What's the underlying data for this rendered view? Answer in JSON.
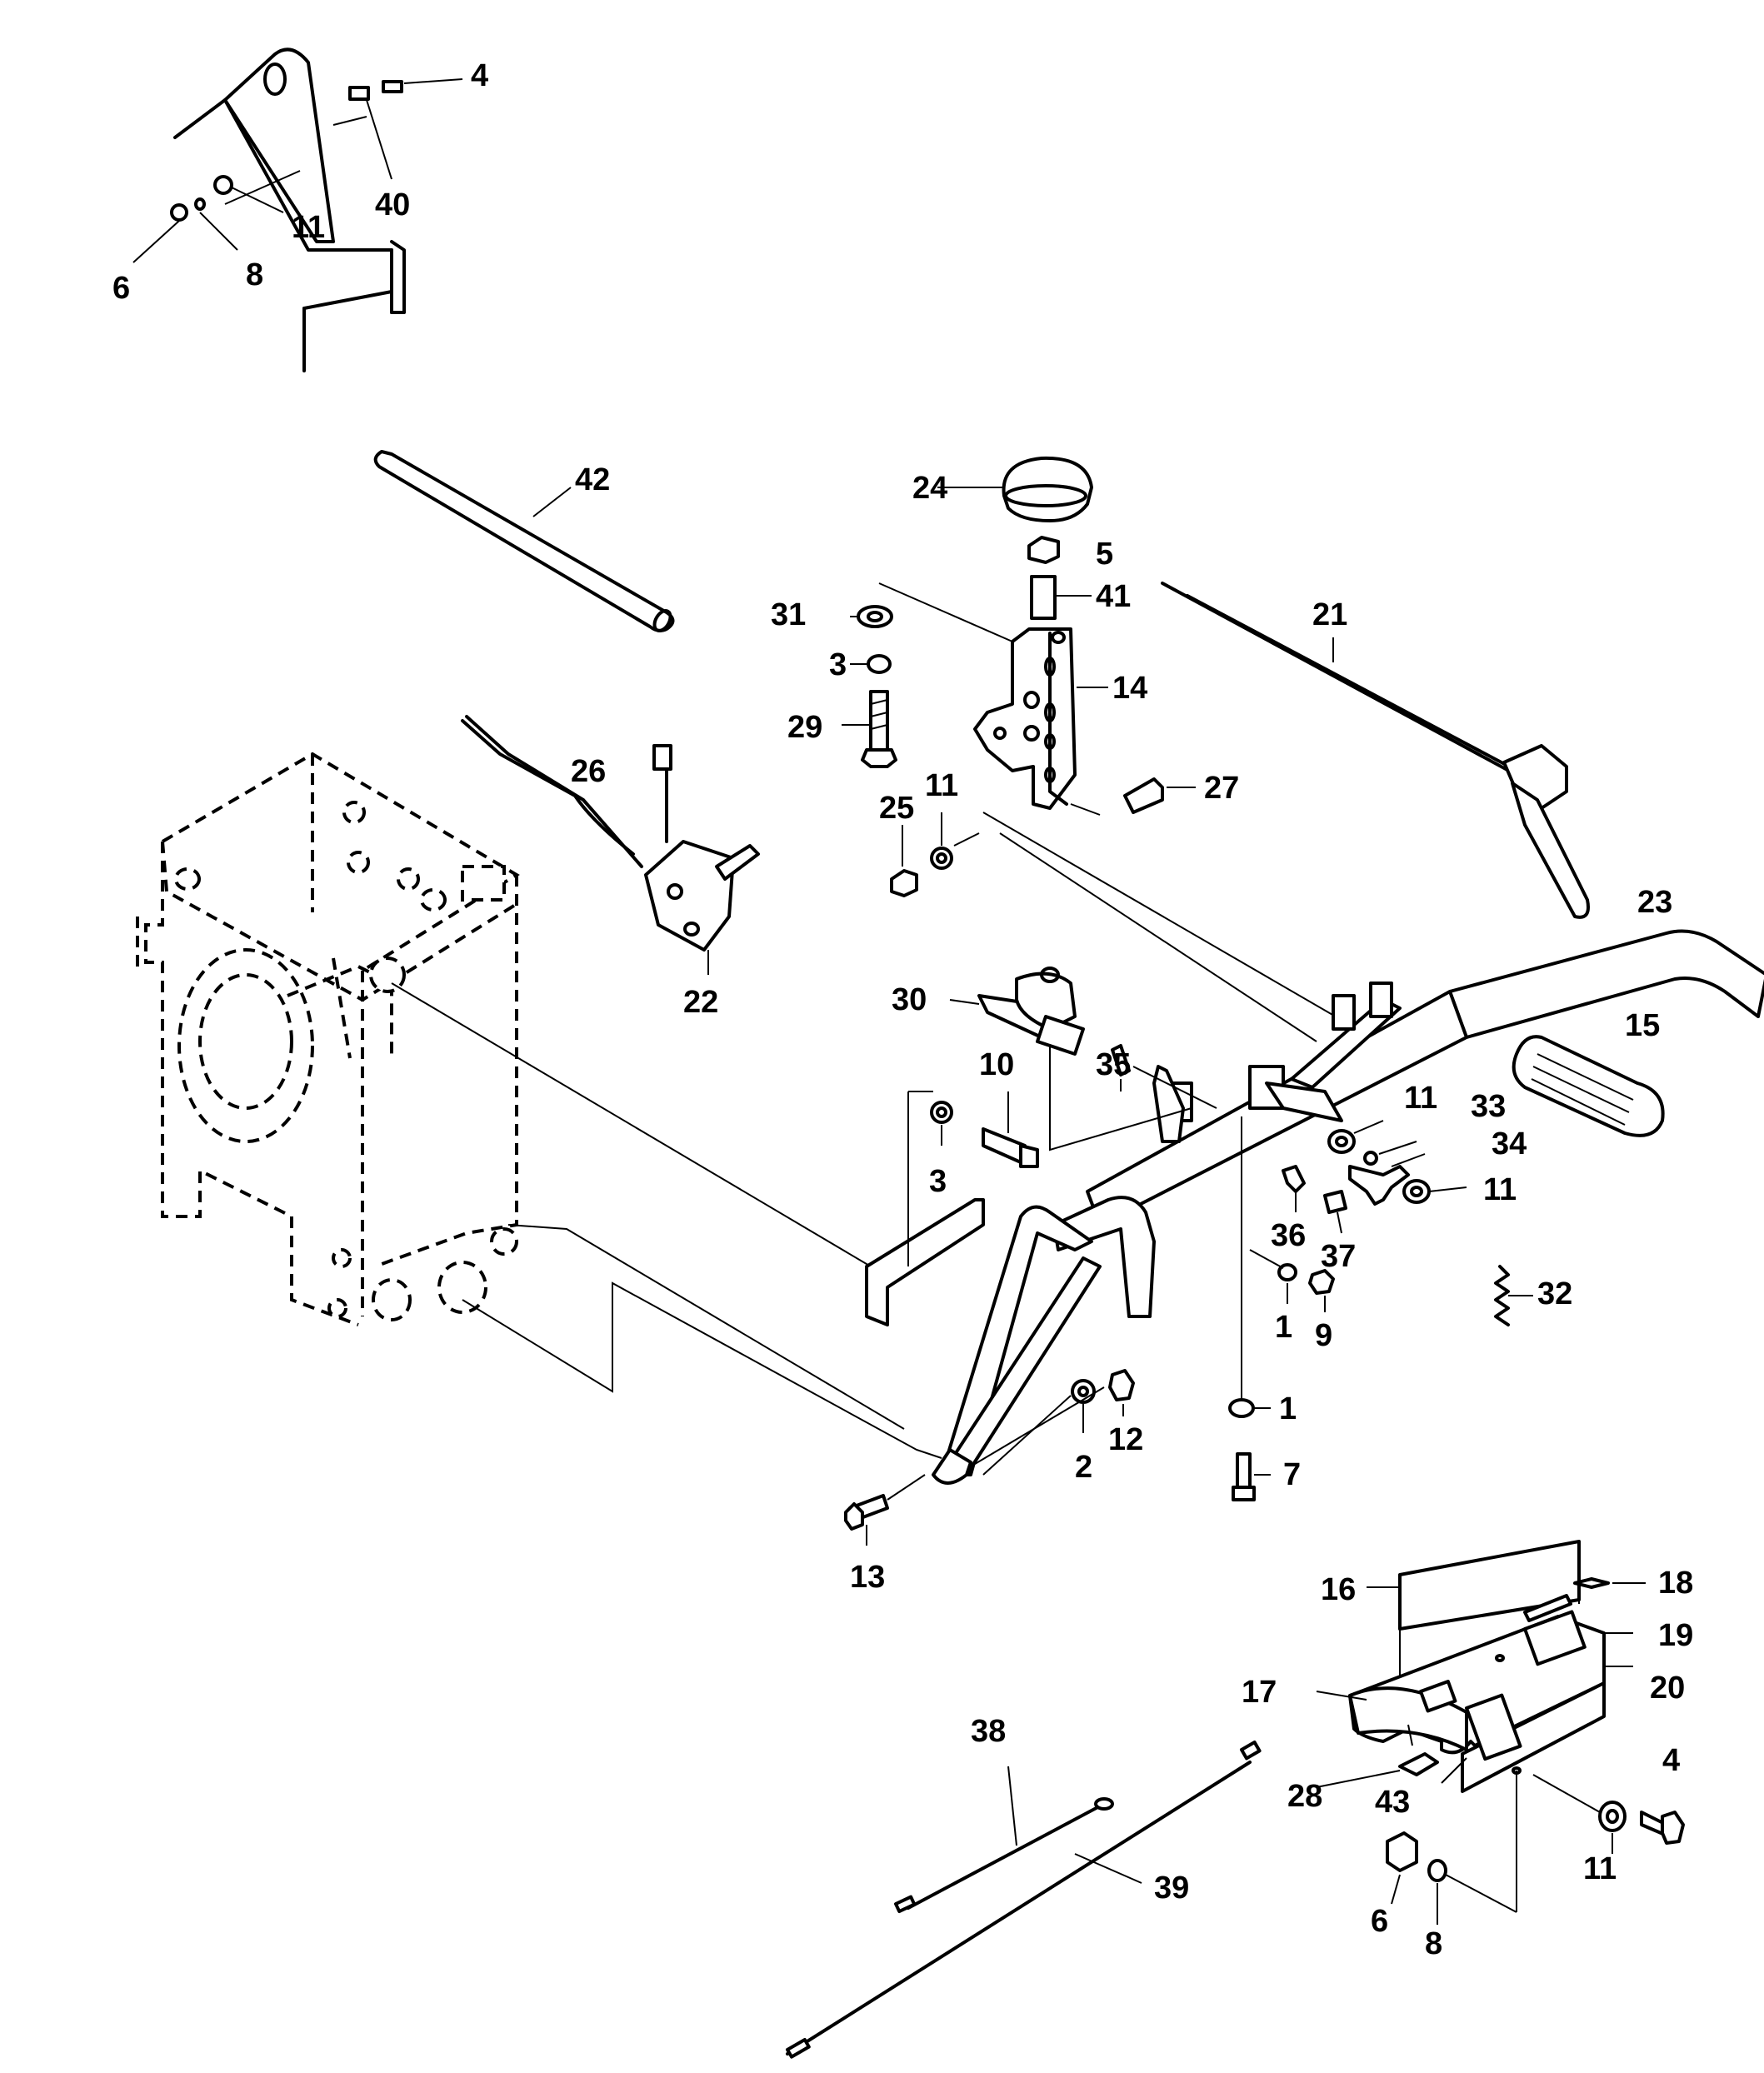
{
  "diagram": {
    "callouts": [
      {
        "id": "c4a",
        "text": "4"
      },
      {
        "id": "c40",
        "text": "40"
      },
      {
        "id": "c11a",
        "text": "11"
      },
      {
        "id": "c6a",
        "text": "6"
      },
      {
        "id": "c8a",
        "text": "8"
      },
      {
        "id": "c42",
        "text": "42"
      },
      {
        "id": "c24",
        "text": "24"
      },
      {
        "id": "c5",
        "text": "5"
      },
      {
        "id": "c41",
        "text": "41"
      },
      {
        "id": "c21",
        "text": "21"
      },
      {
        "id": "c31",
        "text": "31"
      },
      {
        "id": "c3a",
        "text": "3"
      },
      {
        "id": "c14",
        "text": "14"
      },
      {
        "id": "c29",
        "text": "29"
      },
      {
        "id": "c26",
        "text": "26"
      },
      {
        "id": "c27",
        "text": "27"
      },
      {
        "id": "c25",
        "text": "25"
      },
      {
        "id": "c11b",
        "text": "11"
      },
      {
        "id": "c23",
        "text": "23"
      },
      {
        "id": "c22",
        "text": "22"
      },
      {
        "id": "c15",
        "text": "15"
      },
      {
        "id": "c30",
        "text": "30"
      },
      {
        "id": "c10",
        "text": "10"
      },
      {
        "id": "c35",
        "text": "35"
      },
      {
        "id": "c11c",
        "text": "11"
      },
      {
        "id": "c33",
        "text": "33"
      },
      {
        "id": "c34",
        "text": "34"
      },
      {
        "id": "c3b",
        "text": "3"
      },
      {
        "id": "c11d",
        "text": "11"
      },
      {
        "id": "c36",
        "text": "36"
      },
      {
        "id": "c37",
        "text": "37"
      },
      {
        "id": "c32",
        "text": "32"
      },
      {
        "id": "c1a",
        "text": "1"
      },
      {
        "id": "c9",
        "text": "9"
      },
      {
        "id": "c1b",
        "text": "1"
      },
      {
        "id": "c2",
        "text": "2"
      },
      {
        "id": "c12",
        "text": "12"
      },
      {
        "id": "c7",
        "text": "7"
      },
      {
        "id": "c13",
        "text": "13"
      },
      {
        "id": "c16",
        "text": "16"
      },
      {
        "id": "c18",
        "text": "18"
      },
      {
        "id": "c19",
        "text": "19"
      },
      {
        "id": "c17",
        "text": "17"
      },
      {
        "id": "c20",
        "text": "20"
      },
      {
        "id": "c38",
        "text": "38"
      },
      {
        "id": "c4b",
        "text": "4"
      },
      {
        "id": "c28",
        "text": "28"
      },
      {
        "id": "c43",
        "text": "43"
      },
      {
        "id": "c11e",
        "text": "11"
      },
      {
        "id": "c39",
        "text": "39"
      },
      {
        "id": "c6b",
        "text": "6"
      },
      {
        "id": "c8b",
        "text": "8"
      }
    ]
  }
}
